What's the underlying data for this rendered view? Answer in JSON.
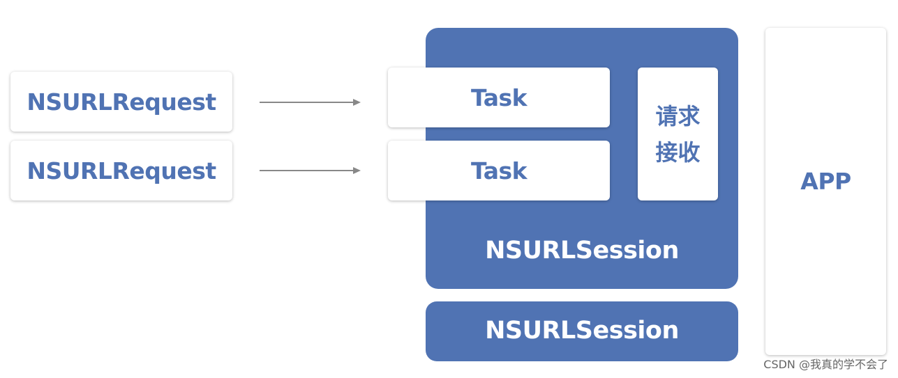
{
  "requests": [
    {
      "label": "NSURLRequest"
    },
    {
      "label": "NSURLRequest"
    }
  ],
  "tasks": [
    {
      "label": "Task"
    },
    {
      "label": "Task"
    }
  ],
  "receiver": {
    "label": "请求接收"
  },
  "session_main": {
    "label": "NSURLSession"
  },
  "session_secondary": {
    "label": "NSURLSession"
  },
  "app": {
    "label": "APP"
  },
  "watermark": "CSDN @我真的学不会了",
  "colors": {
    "accent": "#5073b3",
    "arrow": "#888888",
    "background": "#ffffff"
  }
}
